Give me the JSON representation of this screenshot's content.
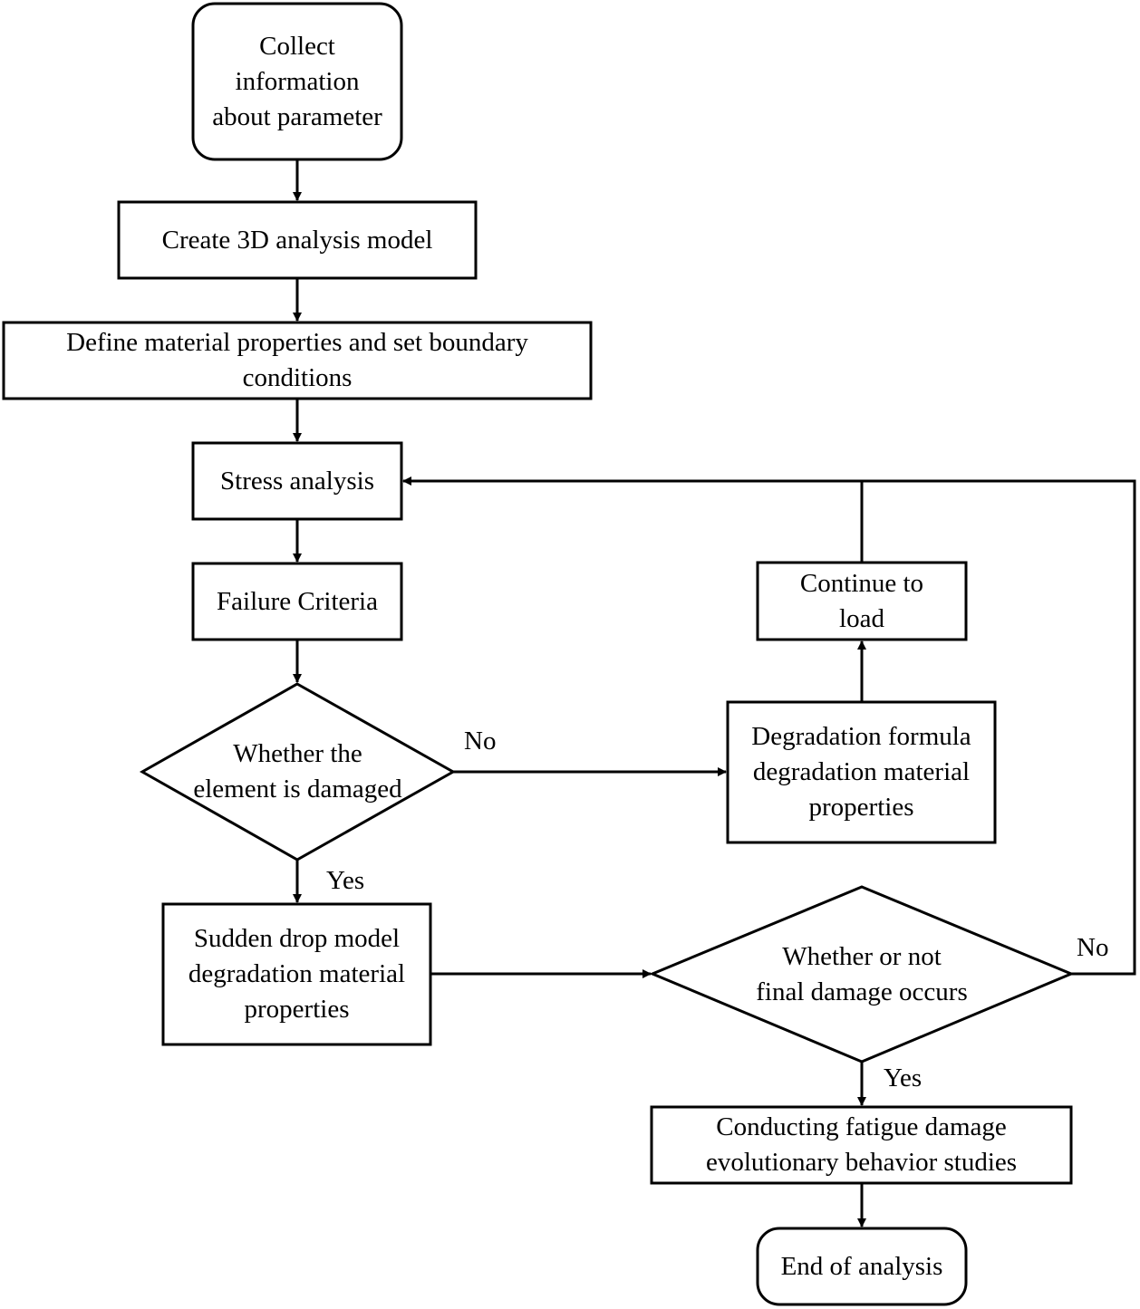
{
  "nodes": {
    "collect": {
      "lines": [
        "Collect",
        "information",
        "about parameter"
      ]
    },
    "create_model": {
      "lines": [
        "Create 3D analysis model"
      ]
    },
    "define_material": {
      "lines": [
        "Define material properties and set boundary",
        "conditions"
      ]
    },
    "stress_analysis": {
      "lines": [
        "Stress analysis"
      ]
    },
    "failure_criteria": {
      "lines": [
        "Failure Criteria"
      ]
    },
    "element_damaged": {
      "lines": [
        "Whether the",
        "element is damaged"
      ]
    },
    "sudden_drop": {
      "lines": [
        "Sudden drop model",
        "degradation material",
        "properties"
      ]
    },
    "degradation_formula": {
      "lines": [
        "Degradation formula",
        "degradation material",
        "properties"
      ]
    },
    "continue_load": {
      "lines": [
        "Continue to",
        "load"
      ]
    },
    "final_damage": {
      "lines": [
        "Whether or not",
        "final damage occurs"
      ]
    },
    "fatigue_study": {
      "lines": [
        "Conducting fatigue damage",
        "evolutionary behavior studies"
      ]
    },
    "end": {
      "lines": [
        "End of analysis"
      ]
    }
  },
  "edge_labels": {
    "damaged_no": "No",
    "damaged_yes": "Yes",
    "final_no": "No",
    "final_yes": "Yes"
  },
  "colors": {
    "stroke": "#000000",
    "background": "#ffffff"
  }
}
